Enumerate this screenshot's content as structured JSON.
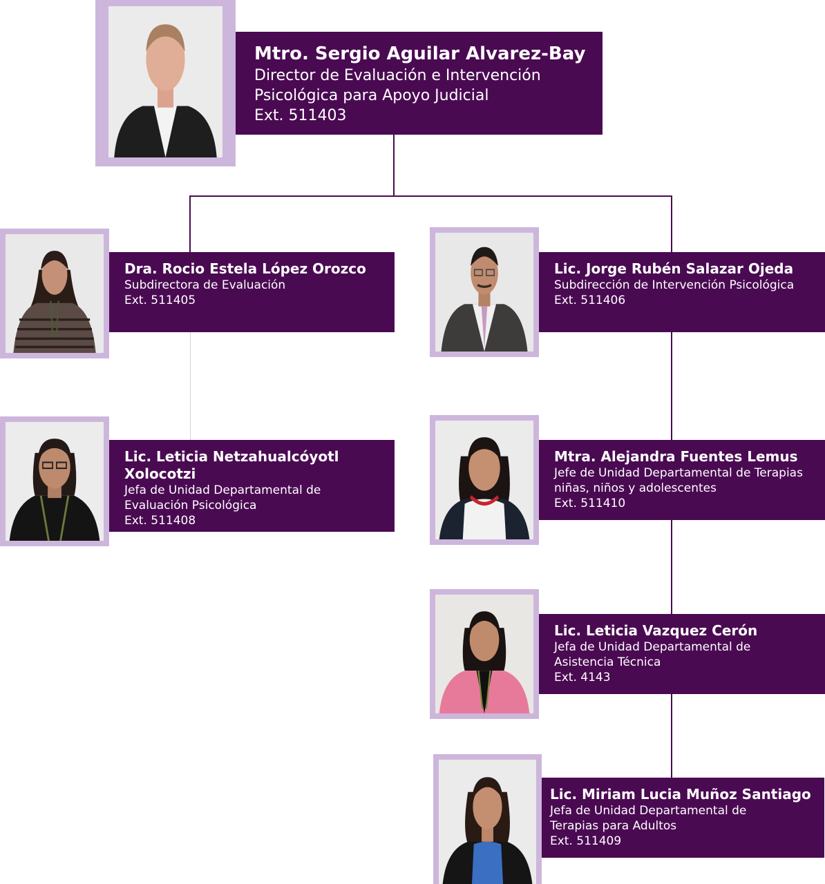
{
  "people": [
    {
      "id": "director",
      "name": "Mtro. Sergio Aguilar Alvarez-Bay",
      "role": "Director de Evaluación e Intervención Psicológica para Apoyo Judicial",
      "ext": "Ext. 511403"
    },
    {
      "id": "sub-evaluacion",
      "name": "Dra. Rocio Estela López Orozco",
      "role": "Subdirectora de Evaluación",
      "ext": "Ext. 511405"
    },
    {
      "id": "sub-intervencion",
      "name": "Lic. Jorge Rubén Salazar Ojeda",
      "role": "Subdirección de Intervención Psicológica",
      "ext": "Ext. 511406"
    },
    {
      "id": "jud-evaluacion",
      "name": "Lic. Leticia Netzahualcóyotl Xolocotzi",
      "role": "Jefa de Unidad Departamental de Evaluación Psicológica",
      "ext": "Ext. 511408"
    },
    {
      "id": "jud-terapias-ninos",
      "name": "Mtra. Alejandra Fuentes Lemus",
      "role": "Jefe de Unidad Departamental de Terapias niñas, niños y adolescentes",
      "ext": "Ext. 511410"
    },
    {
      "id": "jud-asistencia",
      "name": "Lic. Leticia Vazquez Cerón",
      "role": "Jefa de Unidad Departamental de Asistencia Técnica",
      "ext": "Ext. 4143"
    },
    {
      "id": "jud-terapias-adultos",
      "name": "Lic. Miriam Lucia Muñoz Santiago",
      "role": "Jefa de Unidad Departamental de Terapias para Adultos",
      "ext": "Ext. 511409"
    }
  ]
}
